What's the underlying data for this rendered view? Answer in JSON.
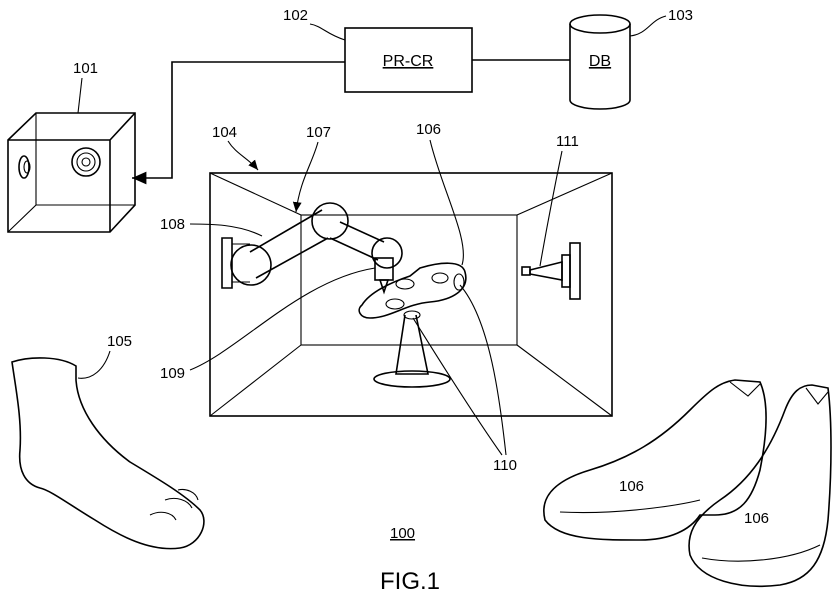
{
  "figure_label": "FIG.1",
  "blocks": {
    "controller": {
      "ref": "102",
      "text": "PR-CR"
    },
    "database": {
      "ref": "103",
      "text": "DB"
    }
  },
  "refs": {
    "scanner": "101",
    "chamber": "104",
    "foot": "105",
    "shoe_last": "106",
    "shoe_left": "106",
    "shoe_right": "106",
    "robot_arm": "107",
    "arm_base": "108",
    "tool_head": "109",
    "markers": "110",
    "side_tool": "111",
    "system": "100"
  }
}
